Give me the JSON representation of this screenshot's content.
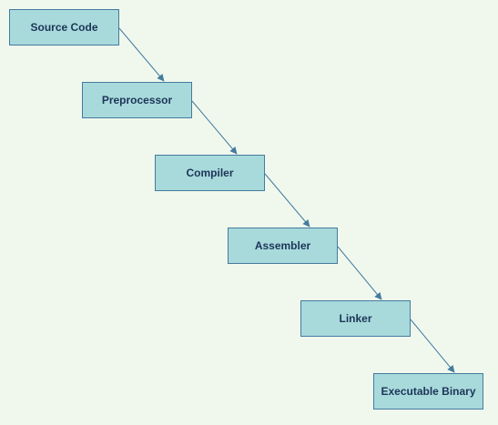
{
  "diagram": {
    "nodes": [
      {
        "id": "source-code",
        "label": "Source Code"
      },
      {
        "id": "preprocessor",
        "label": "Preprocessor"
      },
      {
        "id": "compiler",
        "label": "Compiler"
      },
      {
        "id": "assembler",
        "label": "Assembler"
      },
      {
        "id": "linker",
        "label": "Linker"
      },
      {
        "id": "executable-binary",
        "label": "Executable Binary"
      }
    ],
    "edges": [
      {
        "from": "source-code",
        "to": "preprocessor"
      },
      {
        "from": "preprocessor",
        "to": "compiler"
      },
      {
        "from": "compiler",
        "to": "assembler"
      },
      {
        "from": "assembler",
        "to": "linker"
      },
      {
        "from": "linker",
        "to": "executable-binary"
      }
    ],
    "colors": {
      "background": "#f0f8ee",
      "node_fill": "#a8dadc",
      "node_stroke": "#457b9d",
      "text": "#1d3557",
      "edge": "#457b9d"
    }
  }
}
